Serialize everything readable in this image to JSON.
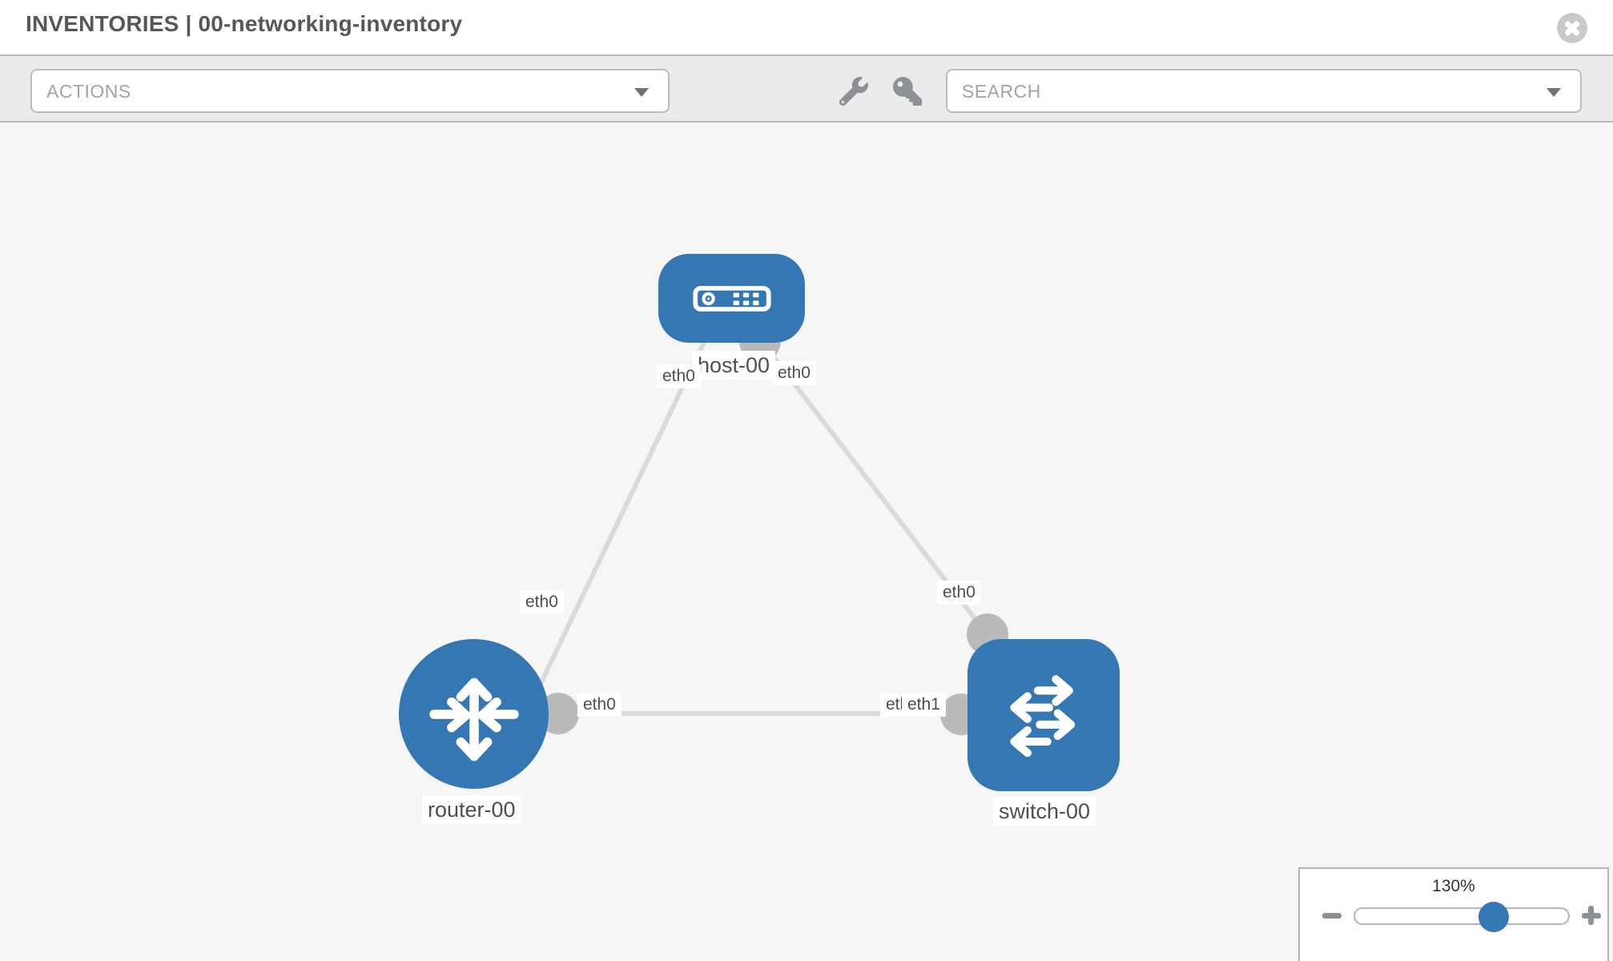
{
  "header": {
    "title": "INVENTORIES | 00-networking-inventory"
  },
  "toolbar": {
    "actions_placeholder": "ACTIONS",
    "search_placeholder": "SEARCH",
    "wrench_icon": "wrench",
    "key_icon": "key"
  },
  "topology": {
    "nodes": [
      {
        "id": "host-00",
        "label": "host-00",
        "type": "host",
        "icon": "server-icon"
      },
      {
        "id": "router-00",
        "label": "router-00",
        "type": "router",
        "icon": "router-arrows-icon"
      },
      {
        "id": "switch-00",
        "label": "switch-00",
        "type": "switch",
        "icon": "switch-arrows-icon"
      }
    ],
    "links": [
      {
        "from": "host-00",
        "to": "router-00",
        "from_label": "eth0",
        "to_label": "eth0"
      },
      {
        "from": "host-00",
        "to": "switch-00",
        "from_label": "eth0",
        "to_label": "eth0"
      },
      {
        "from": "router-00",
        "to": "switch-00",
        "from_label": "eth0",
        "to_label": "eth1",
        "to_label_overlap": "eth1"
      }
    ]
  },
  "zoom_control": {
    "level": "130%"
  },
  "colors": {
    "node_blue": "#3577b2",
    "port_gray": "#bababa",
    "link_gray": "#dadada",
    "canvas_bg": "#f6f6f6",
    "toolbar_bg": "#ebebeb"
  }
}
